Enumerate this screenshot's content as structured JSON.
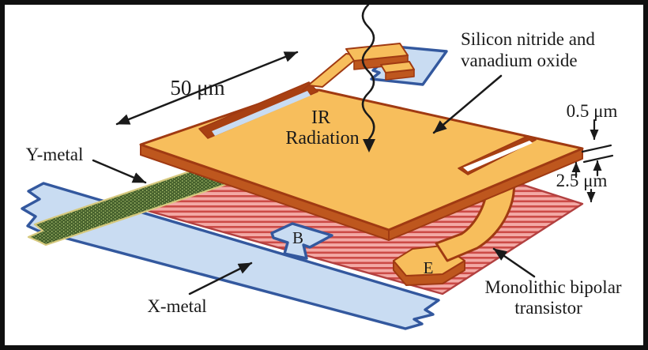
{
  "figure": {
    "description": "Isometric cutaway diagram of an IR microbolometer pixel: silicon nitride / vanadium oxide membrane suspended 2.5 um above a monolithic bipolar transistor, with X-metal and Y-metal interconnect lines and base (B) / emitter (E) contacts.",
    "labels": {
      "silicon1": "Silicon nitride and",
      "silicon2": "vanadium oxide",
      "ir1": "IR",
      "ir2": "Radiation",
      "width_dim": "50 μm",
      "thickness_dim": "0.5 μm",
      "gap_dim": "2.5 μm",
      "y_metal": "Y-metal",
      "x_metal": "X-metal",
      "transistor1": "Monolithic bipolar",
      "transistor2": "transistor",
      "base_contact": "B",
      "emitter_contact": "E"
    },
    "colors": {
      "background": "#FFFFFF",
      "frame": "#101010",
      "membrane_top": "#F7BE5C",
      "membrane_side": "#BE571E",
      "outline_dark": "#A03A12",
      "slot_fill": "#A84012",
      "slot_inner_blue": "#C9DCF2",
      "slot_inner_white": "#FFFFFF",
      "x_metal_fill": "#C9DCF2",
      "x_metal_border": "#33589E",
      "y_metal_fill": "#45602C",
      "y_metal_dot": "#93AA60",
      "y_metal_border": "#D6C97E",
      "transistor_fill": "#F3A9A5",
      "transistor_stripe": "#CC4B47",
      "transistor_border": "#B24040",
      "annotation": "#1A1A1A"
    }
  }
}
